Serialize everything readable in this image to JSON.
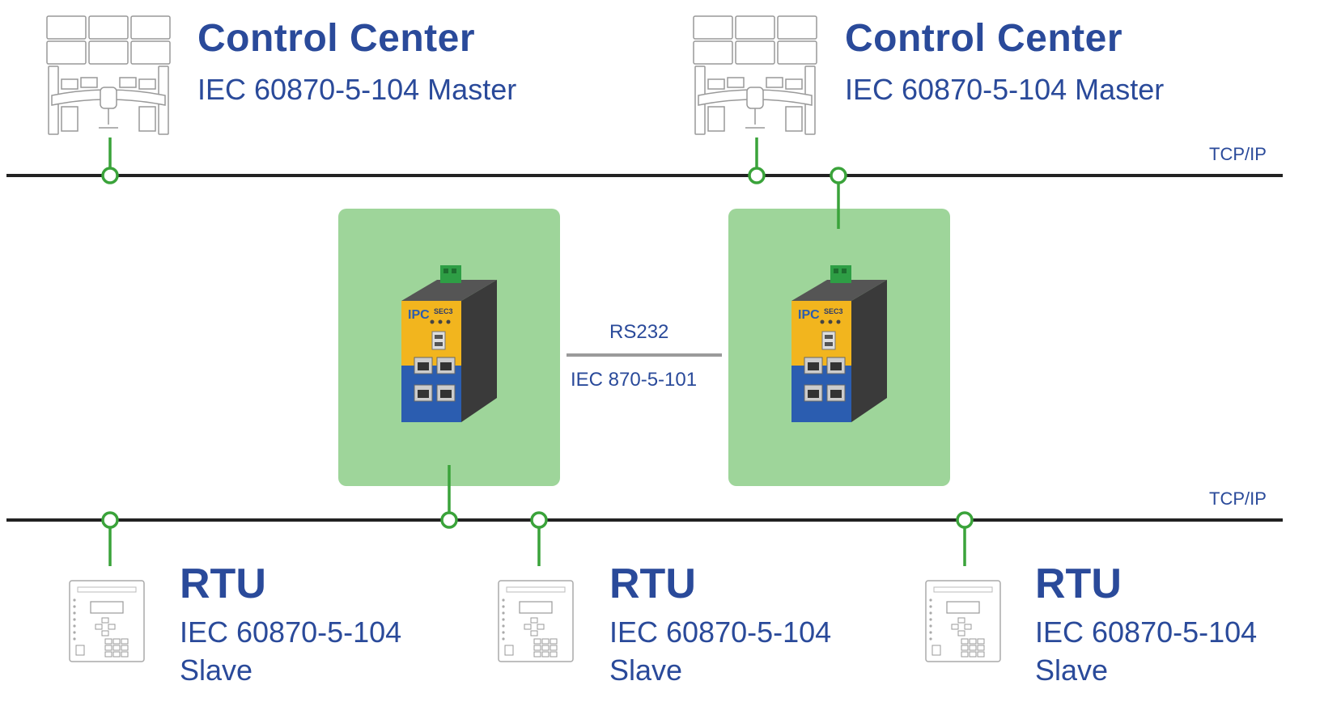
{
  "colors": {
    "text": "#2a4a9a",
    "bus_line": "#222222",
    "connector": "#3aa33a",
    "box_fill": "#9ed59a",
    "serial_link": "#9a9a9a",
    "device_yellow": "#f2b51e",
    "device_blue": "#2b5db0",
    "device_body": "#3a3a3a"
  },
  "control_centers": [
    {
      "title": "Control Center",
      "subtitle": "IEC 60870-5-104 Master",
      "icon": "control-room-icon"
    },
    {
      "title": "Control Center",
      "subtitle": "IEC 60870-5-104 Master",
      "icon": "control-room-icon"
    }
  ],
  "networks": {
    "top_label": "TCP/IP",
    "bottom_label": "TCP/IP"
  },
  "serial_link": {
    "top_label": "RS232",
    "bottom_label": "IEC 870-5-101"
  },
  "gateways": [
    {
      "model": "SEC3",
      "icon": "gateway-device-icon"
    },
    {
      "model": "SEC3",
      "icon": "gateway-device-icon"
    }
  ],
  "rtus": [
    {
      "title": "RTU",
      "line1": "IEC 60870-5-104",
      "line2": "Slave",
      "icon": "rtu-device-icon"
    },
    {
      "title": "RTU",
      "line1": "IEC 60870-5-104",
      "line2": "Slave",
      "icon": "rtu-device-icon"
    },
    {
      "title": "RTU",
      "line1": "IEC 60870-5-104",
      "line2": "Slave",
      "icon": "rtu-device-icon"
    }
  ]
}
